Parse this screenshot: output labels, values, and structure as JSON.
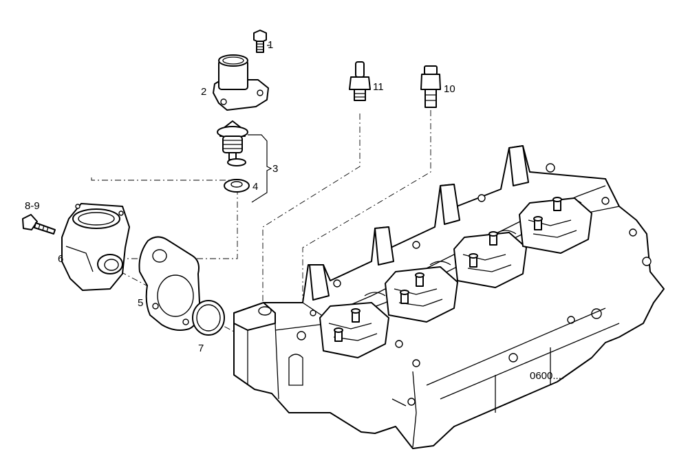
{
  "callouts": {
    "c1": "1",
    "c2": "2",
    "c3": "3",
    "c4": "4",
    "c5": "5",
    "c6": "6",
    "c7": "7",
    "c8_9": "8-9",
    "c10": "10",
    "c11": "11"
  },
  "reference_code": "0600....",
  "colors": {
    "line": "#000000",
    "background": "#ffffff"
  }
}
